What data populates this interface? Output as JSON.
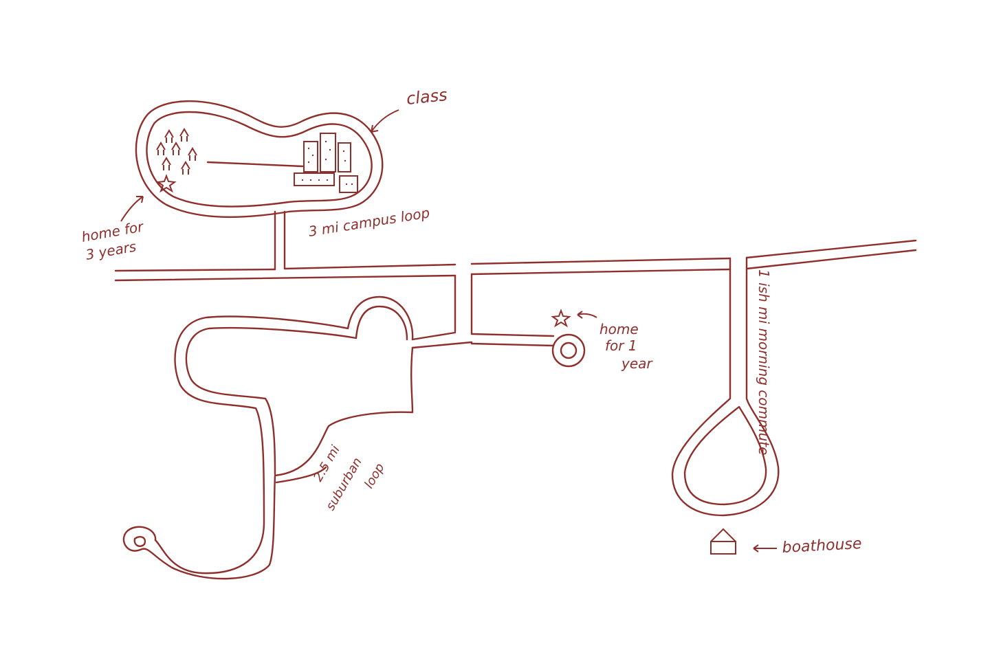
{
  "colors": {
    "ink": "#8e2f2c",
    "paper": "#ffffff"
  },
  "labels": {
    "class": "class",
    "home_3_line1": "home for",
    "home_3_line2": "3 years",
    "campus_loop": "3 mi campus loop",
    "home_1_line1": "home",
    "home_1_line2": "for 1",
    "home_1_line3": "year",
    "suburban_line1": "2.5 mi",
    "suburban_line2": "suburban",
    "suburban_line3": "loop",
    "commute": "1 ish mi morning commute",
    "boathouse": "boathouse"
  },
  "icons": [
    "star-icon",
    "house-icon",
    "arrow-icon",
    "building-icon",
    "dorm-icon"
  ]
}
